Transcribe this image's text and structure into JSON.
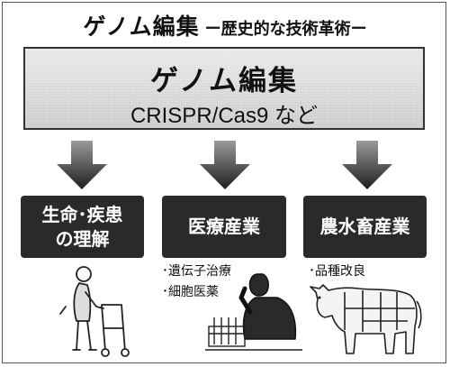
{
  "title": {
    "main": "ゲノム編集",
    "sub": "ー歴史的な技術革術ー"
  },
  "banner": {
    "line1": "ゲノム編集",
    "line2": "CRISPR/Cas9 など"
  },
  "columns": [
    {
      "label": "生命･疾患\nの理解",
      "items": [],
      "illustration": "elderly-person-walker-icon"
    },
    {
      "label": "医療産業",
      "items": [
        "･遺伝子治療",
        "･細胞医薬"
      ],
      "illustration": "researcher-with-test-tubes-icon"
    },
    {
      "label": "農水畜産業",
      "items": [
        "･品種改良"
      ],
      "illustration": "cattle-beef-cuts-icon"
    }
  ],
  "colors": {
    "box": "#2a2a2a",
    "arrow": "#2c2c2c",
    "banner": "#cfcfcf"
  }
}
